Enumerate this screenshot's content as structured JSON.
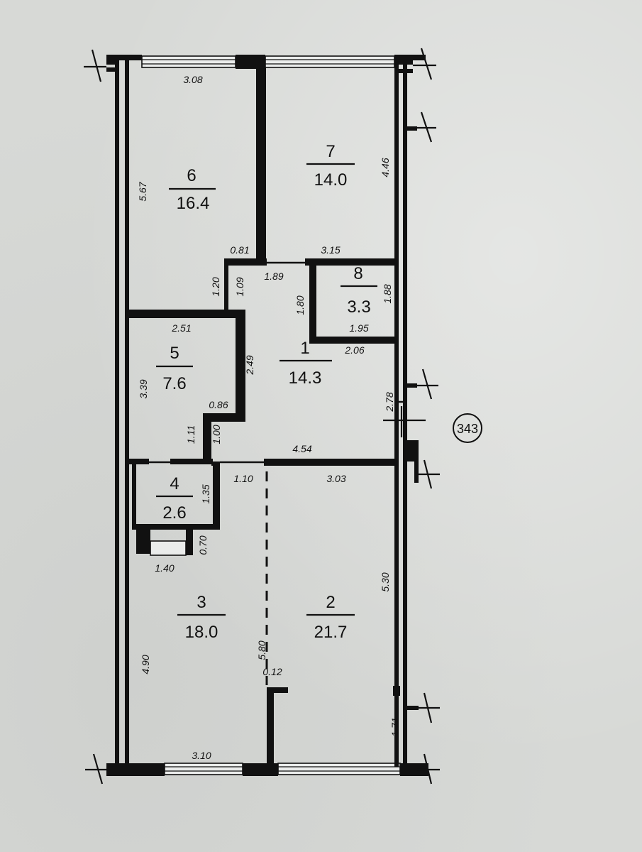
{
  "rooms": [
    {
      "number": "6",
      "area": "16.4"
    },
    {
      "number": "7",
      "area": "14.0"
    },
    {
      "number": "8",
      "area": "3.3"
    },
    {
      "number": "5",
      "area": "7.6"
    },
    {
      "number": "1",
      "area": "14.3"
    },
    {
      "number": "4",
      "area": "2.6"
    },
    {
      "number": "3",
      "area": "18.0"
    },
    {
      "number": "2",
      "area": "21.7"
    }
  ],
  "dimensions": {
    "d_3_08": "3.08",
    "d_5_67": "5.67",
    "d_4_46": "4.46",
    "d_0_81": "0.81",
    "d_3_15": "3.15",
    "d_1_20": "1.20",
    "d_1_09": "1.09",
    "d_1_89": "1.89",
    "d_1_80": "1.80",
    "d_1_88": "1.88",
    "d_1_95": "1.95",
    "d_2_06": "2.06",
    "d_2_51": "2.51",
    "d_2_49": "2.49",
    "d_3_39": "3.39",
    "d_0_86": "0.86",
    "d_1_11": "1.11",
    "d_1_00": "1.00",
    "d_4_54": "4.54",
    "d_2_78": "2.78",
    "d_1_10": "1.10",
    "d_3_03": "3.03",
    "d_1_35": "1.35",
    "d_0_70": "0.70",
    "d_1_40": "1.40",
    "d_5_30": "5.30",
    "d_4_90": "4.90",
    "d_5_80": "5.80",
    "d_0_12": "0.12",
    "d_1_71": "1.71",
    "d_3_10": "3.10"
  },
  "apartment_number": "343",
  "colors": {
    "ink": "#111111",
    "paper": "#d7d9d6"
  }
}
